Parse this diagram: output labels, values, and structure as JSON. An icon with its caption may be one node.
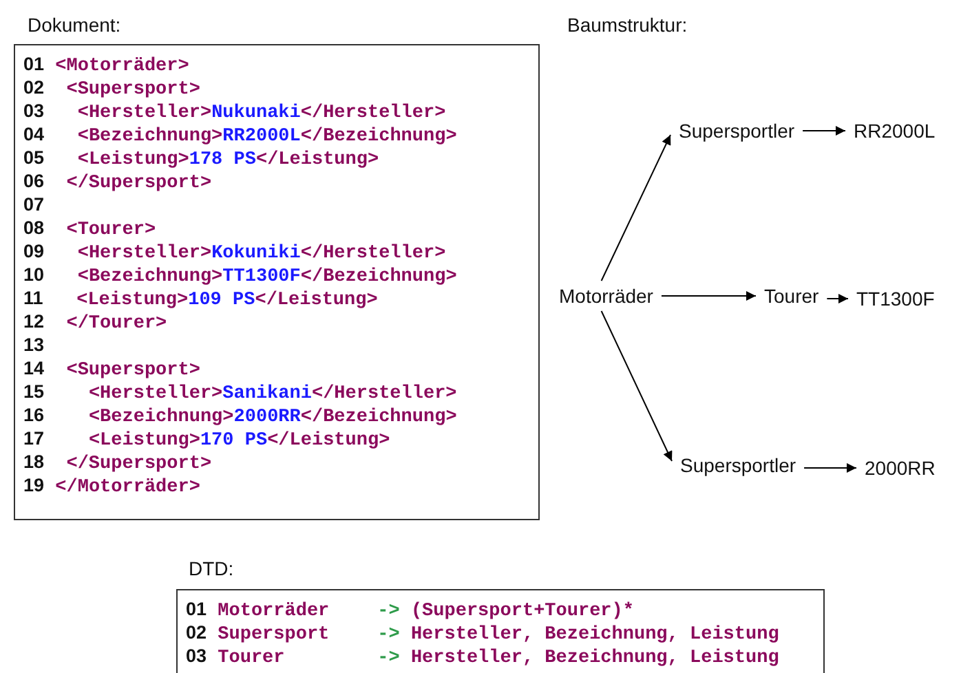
{
  "diagram": {
    "nodes": [
      {
        "text": [
          "Dokument:",
          "01 <Motorräder>",
          "02  <Supersport>",
          "03   <Hersteller>Nukunaki</Hersteller>",
          "04   <Bezeichnung>RR2000L</Bezeichnung>",
          "05   <Leistung>178 PS</Leistung>",
          "06  </Supersport>",
          "07",
          "08  <Tourer>",
          "09   <Hersteller>Kokuniki</Hersteller>",
          "10   <Bezeichnung>TT1300F</Bezeichnung>",
          "11   <Leistung>109 PS</Leistung>",
          "12  </Tourer>",
          "13",
          "14  <Supersport>",
          "15    <Hersteller>Sanikani</Hersteller>",
          "16    <Bezeichnung>2000RR</Bezeichnung>",
          "17    <Leistung>170 PS</Leistung>",
          "18  </Supersport>",
          "19 </Motorräder>"
        ]
      },
      {
        "text": [
          "Motorräder"
        ]
      },
      {
        "text": [
          "Supersportler"
        ]
      },
      {
        "text": [
          "RR2000L"
        ]
      },
      {
        "text": [
          "Tourer"
        ]
      },
      {
        "text": [
          "TT1300F"
        ]
      },
      {
        "text": [
          "Supersportler"
        ]
      },
      {
        "text": [
          "2000RR"
        ]
      },
      {
        "text": [
          "DTD:",
          "01 Motorräder -> (Supersport+Tourer)*",
          "02 Supersport -> Hersteller, Bezeichnung, Leistung",
          "03 Tourer -> Hersteller, Bezeichnung, Leistung"
        ]
      }
    ],
    "edges": [
      {
        "from": 1,
        "to": 2,
        "arrow": "to"
      },
      {
        "from": 2,
        "to": 3,
        "arrow": "to"
      },
      {
        "from": 1,
        "to": 4,
        "arrow": "to"
      },
      {
        "from": 4,
        "to": 5,
        "arrow": "to"
      },
      {
        "from": 1,
        "to": 6,
        "arrow": "to"
      },
      {
        "from": 6,
        "to": 7,
        "arrow": "to"
      }
    ],
    "labels": [
      "Baumstruktur:"
    ]
  }
}
